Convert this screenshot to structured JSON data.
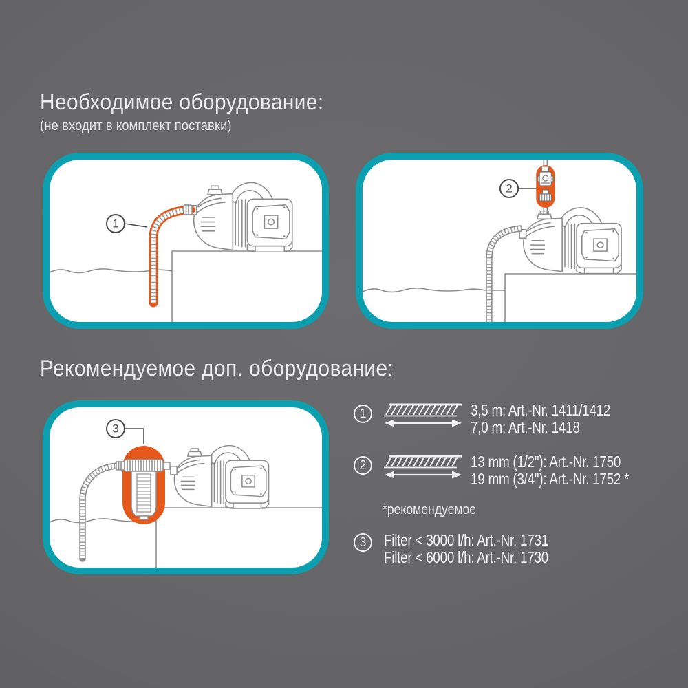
{
  "colors": {
    "background_center": "#6c6c6e",
    "background_edge": "#525254",
    "panel_border_teal": "#0b9fb0",
    "highlight_orange": "#e5591c",
    "drawing_gray": "#8d8d8d",
    "text_white": "#f0f0f0"
  },
  "required_section": {
    "title": "Необходимое оборудование:",
    "subtitle": "(не входит в комплект поставки)",
    "panel1_callout": "1",
    "panel2_callout": "2"
  },
  "recommended_section": {
    "title": "Рекомендуемое доп. оборудование:",
    "panel3_callout": "3",
    "items": [
      {
        "number": "1",
        "line1": "3,5 m: Art.-Nr. 1411/1412",
        "line2": "7,0 m: Art.-Nr. 1418"
      },
      {
        "number": "2",
        "line1": "13 mm (1/2\"): Art.-Nr. 1750",
        "line2": "19 mm (3/4\"): Art.-Nr. 1752 *"
      },
      {
        "number": "3",
        "line1": "Filter < 3000 l/h: Art.-Nr. 1731",
        "line2": "Filter < 6000 l/h: Art.-Nr. 1730"
      }
    ],
    "footnote": "*рекомендуемое"
  }
}
